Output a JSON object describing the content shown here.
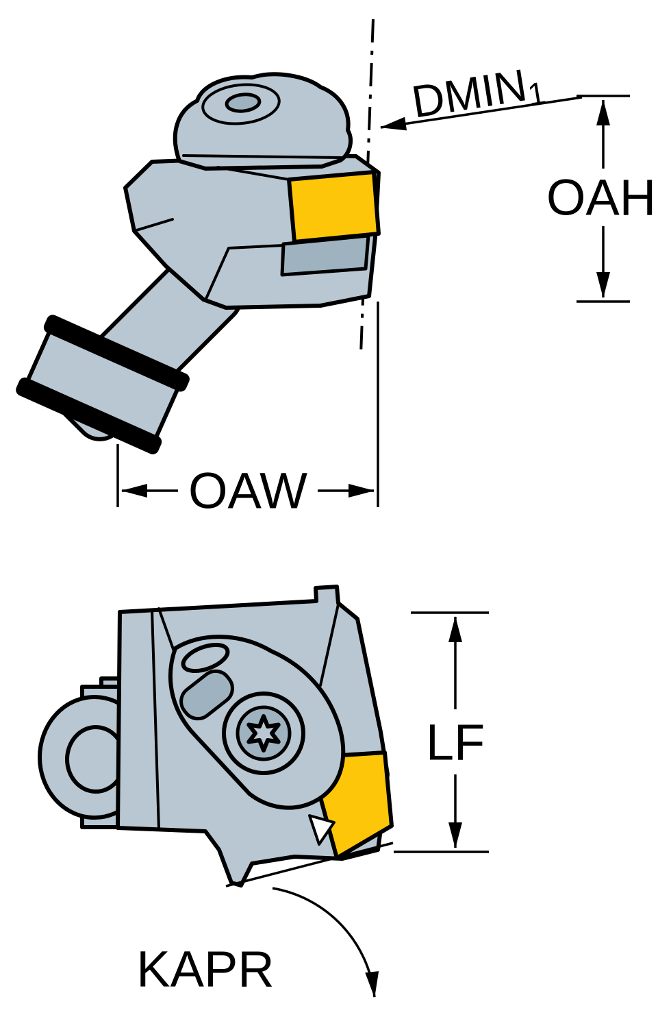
{
  "labels": {
    "dmin_main": "DMIN",
    "dmin_sub": "1",
    "oah": "OAH",
    "oaw": "OAW",
    "lf": "LF",
    "kapr": "KAPR"
  },
  "colors": {
    "background": "#ffffff",
    "body": "#b9c7d2",
    "body_shade": "#9fb2c0",
    "insert": "#fdc608",
    "outline": "#000000"
  }
}
